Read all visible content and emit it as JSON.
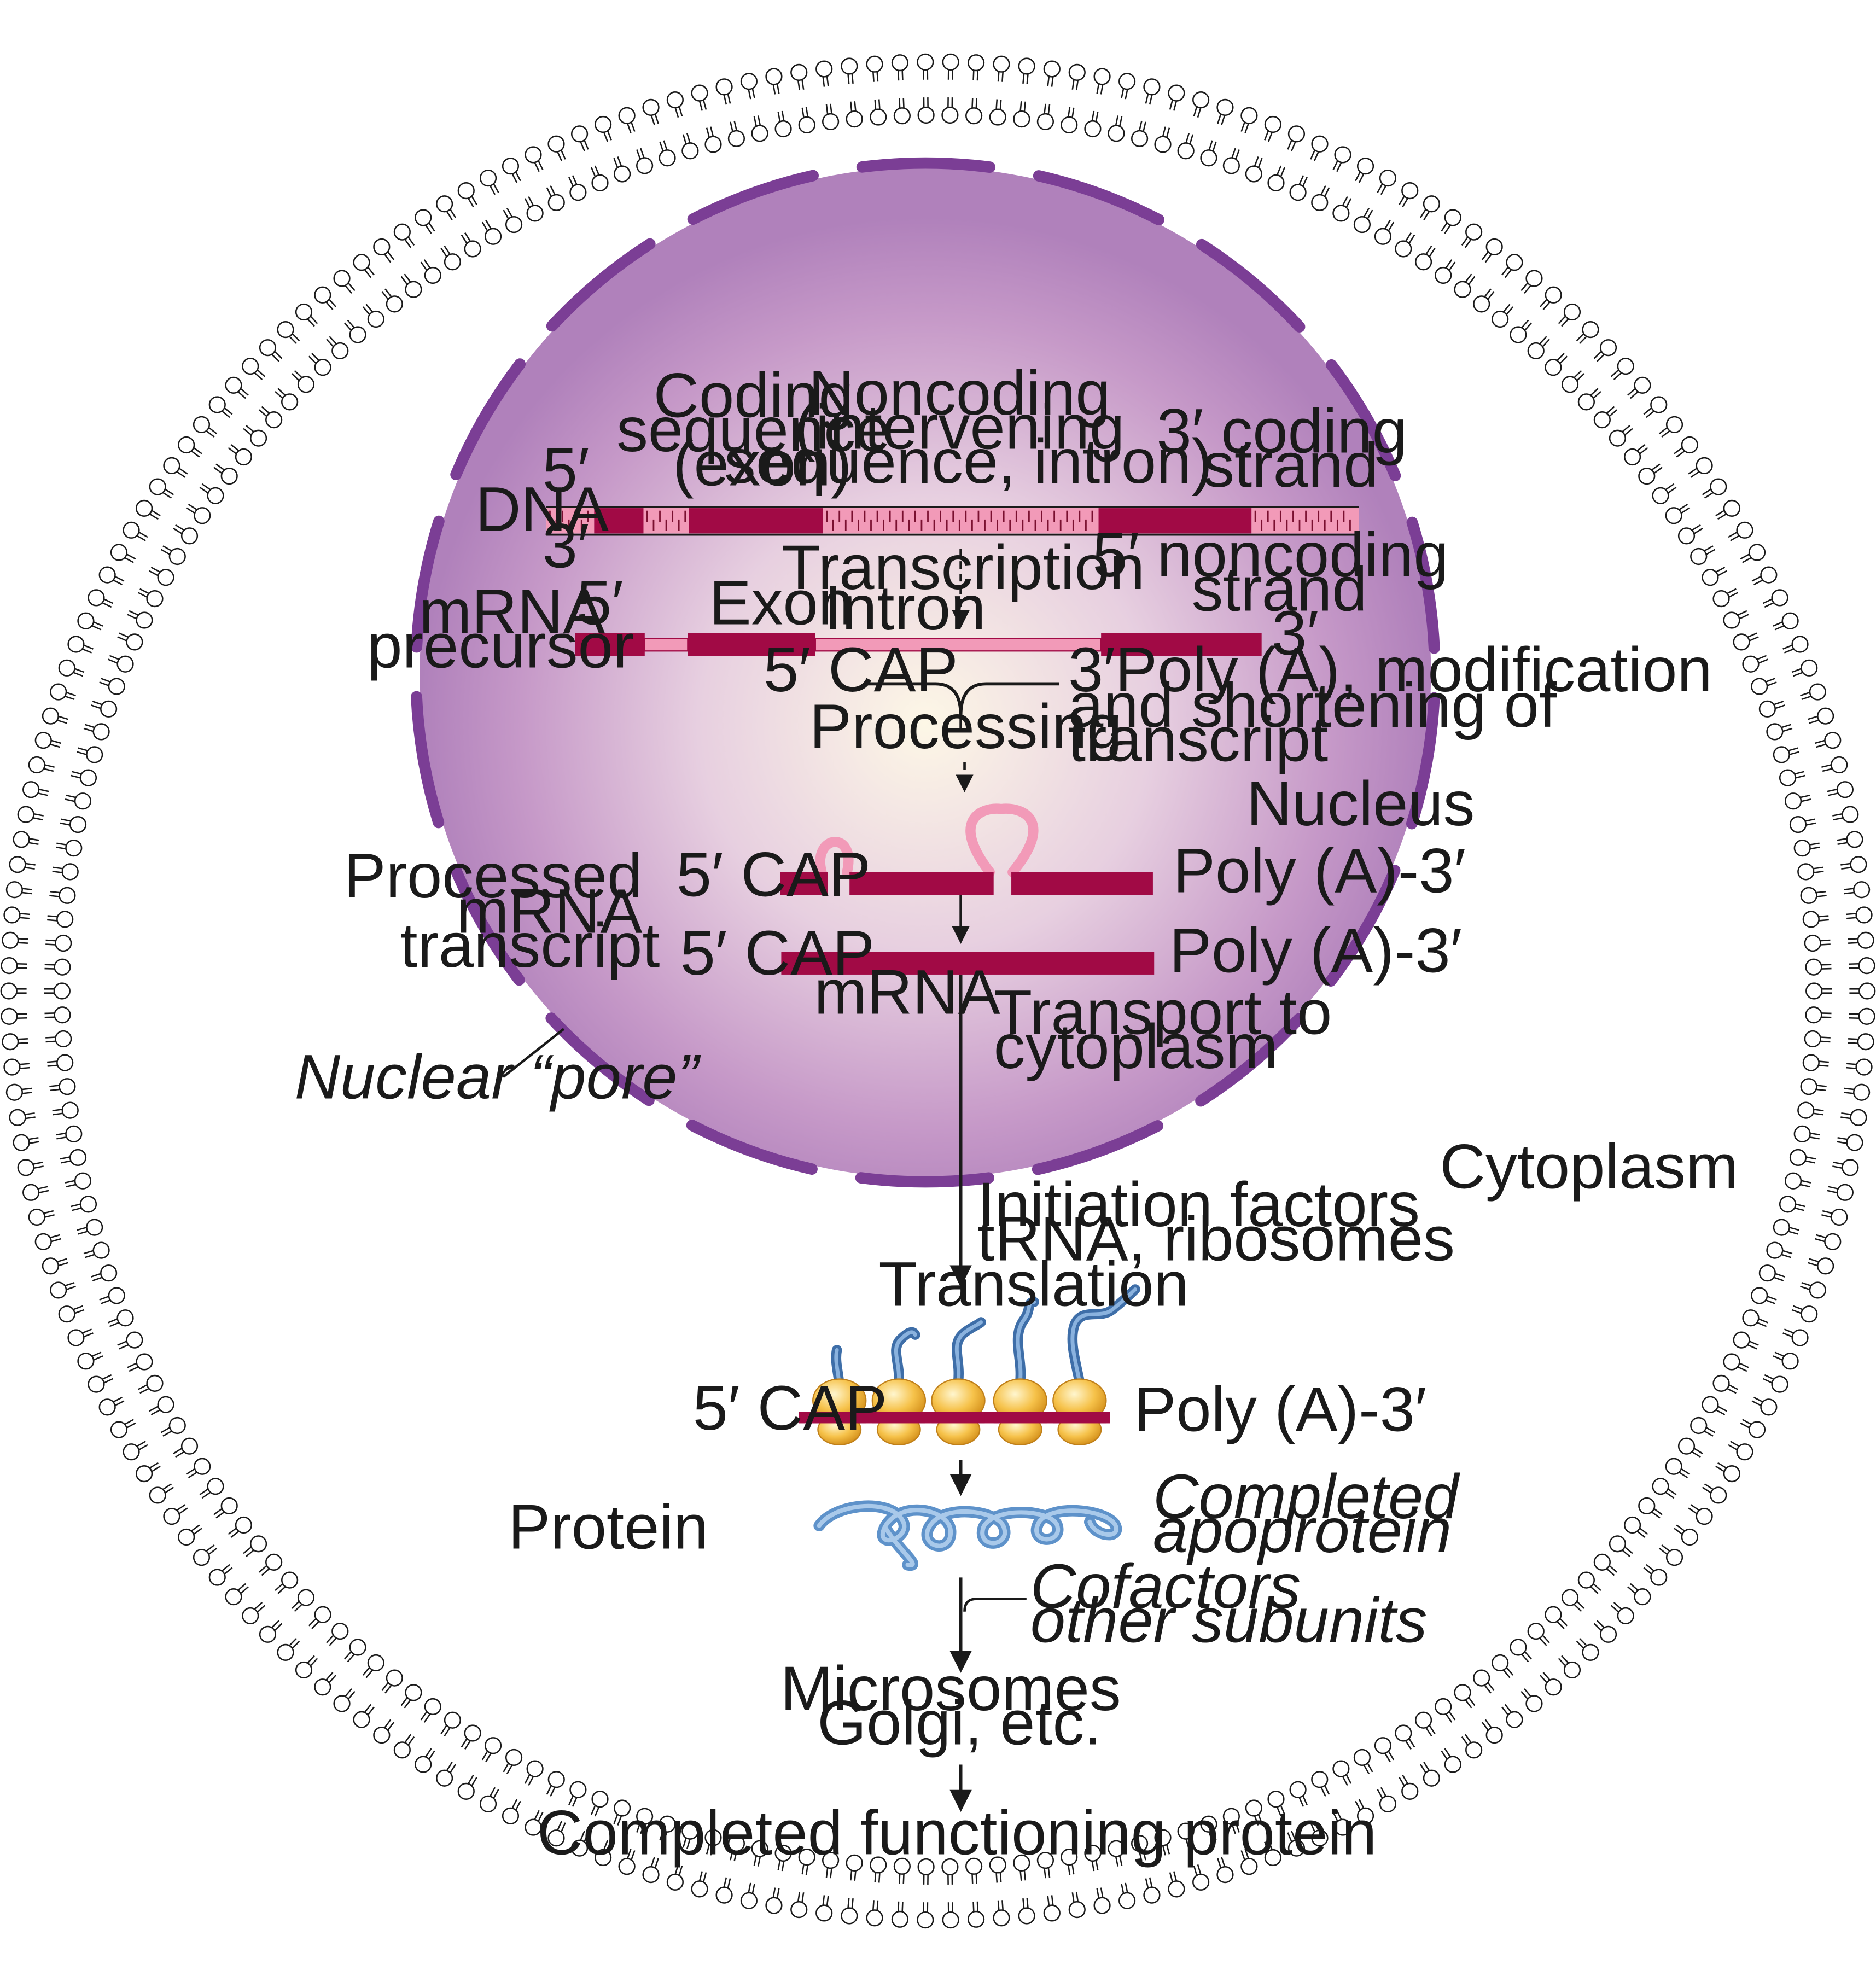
{
  "labels": {
    "coding_sequence": [
      "Coding",
      "sequence",
      "(exon)"
    ],
    "noncoding_sequence": [
      "Noncoding",
      "(intervening",
      "sequence, intron)"
    ],
    "coding_strand": [
      "3′ coding",
      "strand"
    ],
    "dna_5prime": "5′",
    "dna": "DNA",
    "dna_3prime": "3′",
    "noncoding_strand": [
      "5′ noncoding",
      "strand"
    ],
    "transcription": "Transcription",
    "mrna_precursor": [
      "mRNA",
      "precursor"
    ],
    "precursor_5prime": "5′",
    "exon": "Exon",
    "intron": "Intron",
    "precursor_3prime": "3′",
    "cap_5": "5′ CAP",
    "polya_modification": [
      "3′Poly (A), modification",
      "and shortening of",
      "transcript"
    ],
    "processing": "Processing",
    "nucleus": "Nucleus",
    "processed_mrna_transcript": [
      "Processed",
      "mRNA",
      "transcript"
    ],
    "processed_cap": "5′ CAP",
    "processed_polya": "Poly (A)-3′",
    "mrna_cap": "5′ CAP",
    "mrna_polya": "Poly (A)-3′",
    "mrna": "mRNA",
    "transport": [
      "Transport to",
      "cytoplasm"
    ],
    "nuclear_pore": "Nuclear “pore”",
    "cytoplasm": "Cytoplasm",
    "initiation": [
      "Initiation factors",
      "tRNA, ribosomes"
    ],
    "translation": "Translation",
    "translation_cap": "5′ CAP",
    "translation_polya": "Poly (A)-3′",
    "protein": "Protein",
    "completed_apoprotein": [
      "Completed",
      "apoprotein"
    ],
    "cofactors": [
      "Cofactors",
      "other subunits"
    ],
    "microsomes": [
      "Microsomes",
      "Golgi, etc."
    ],
    "completed_protein": "Completed functioning protein"
  },
  "colors": {
    "strand_dark": "#a10a45",
    "strand_light": "#f29ab8",
    "nucleus_edge": "#b285bd",
    "nucleus_center": "#fdf7e6",
    "nuclear_envelope": "#7b3e95",
    "ribosome": "#f3b53a",
    "polypeptide": "#6b98c9",
    "membrane_head": "#ffffff"
  },
  "icons": {
    "membrane": "lipid-bilayer-icon",
    "ribosome": "ribosome-icon",
    "protein": "coiled-protein-icon"
  }
}
